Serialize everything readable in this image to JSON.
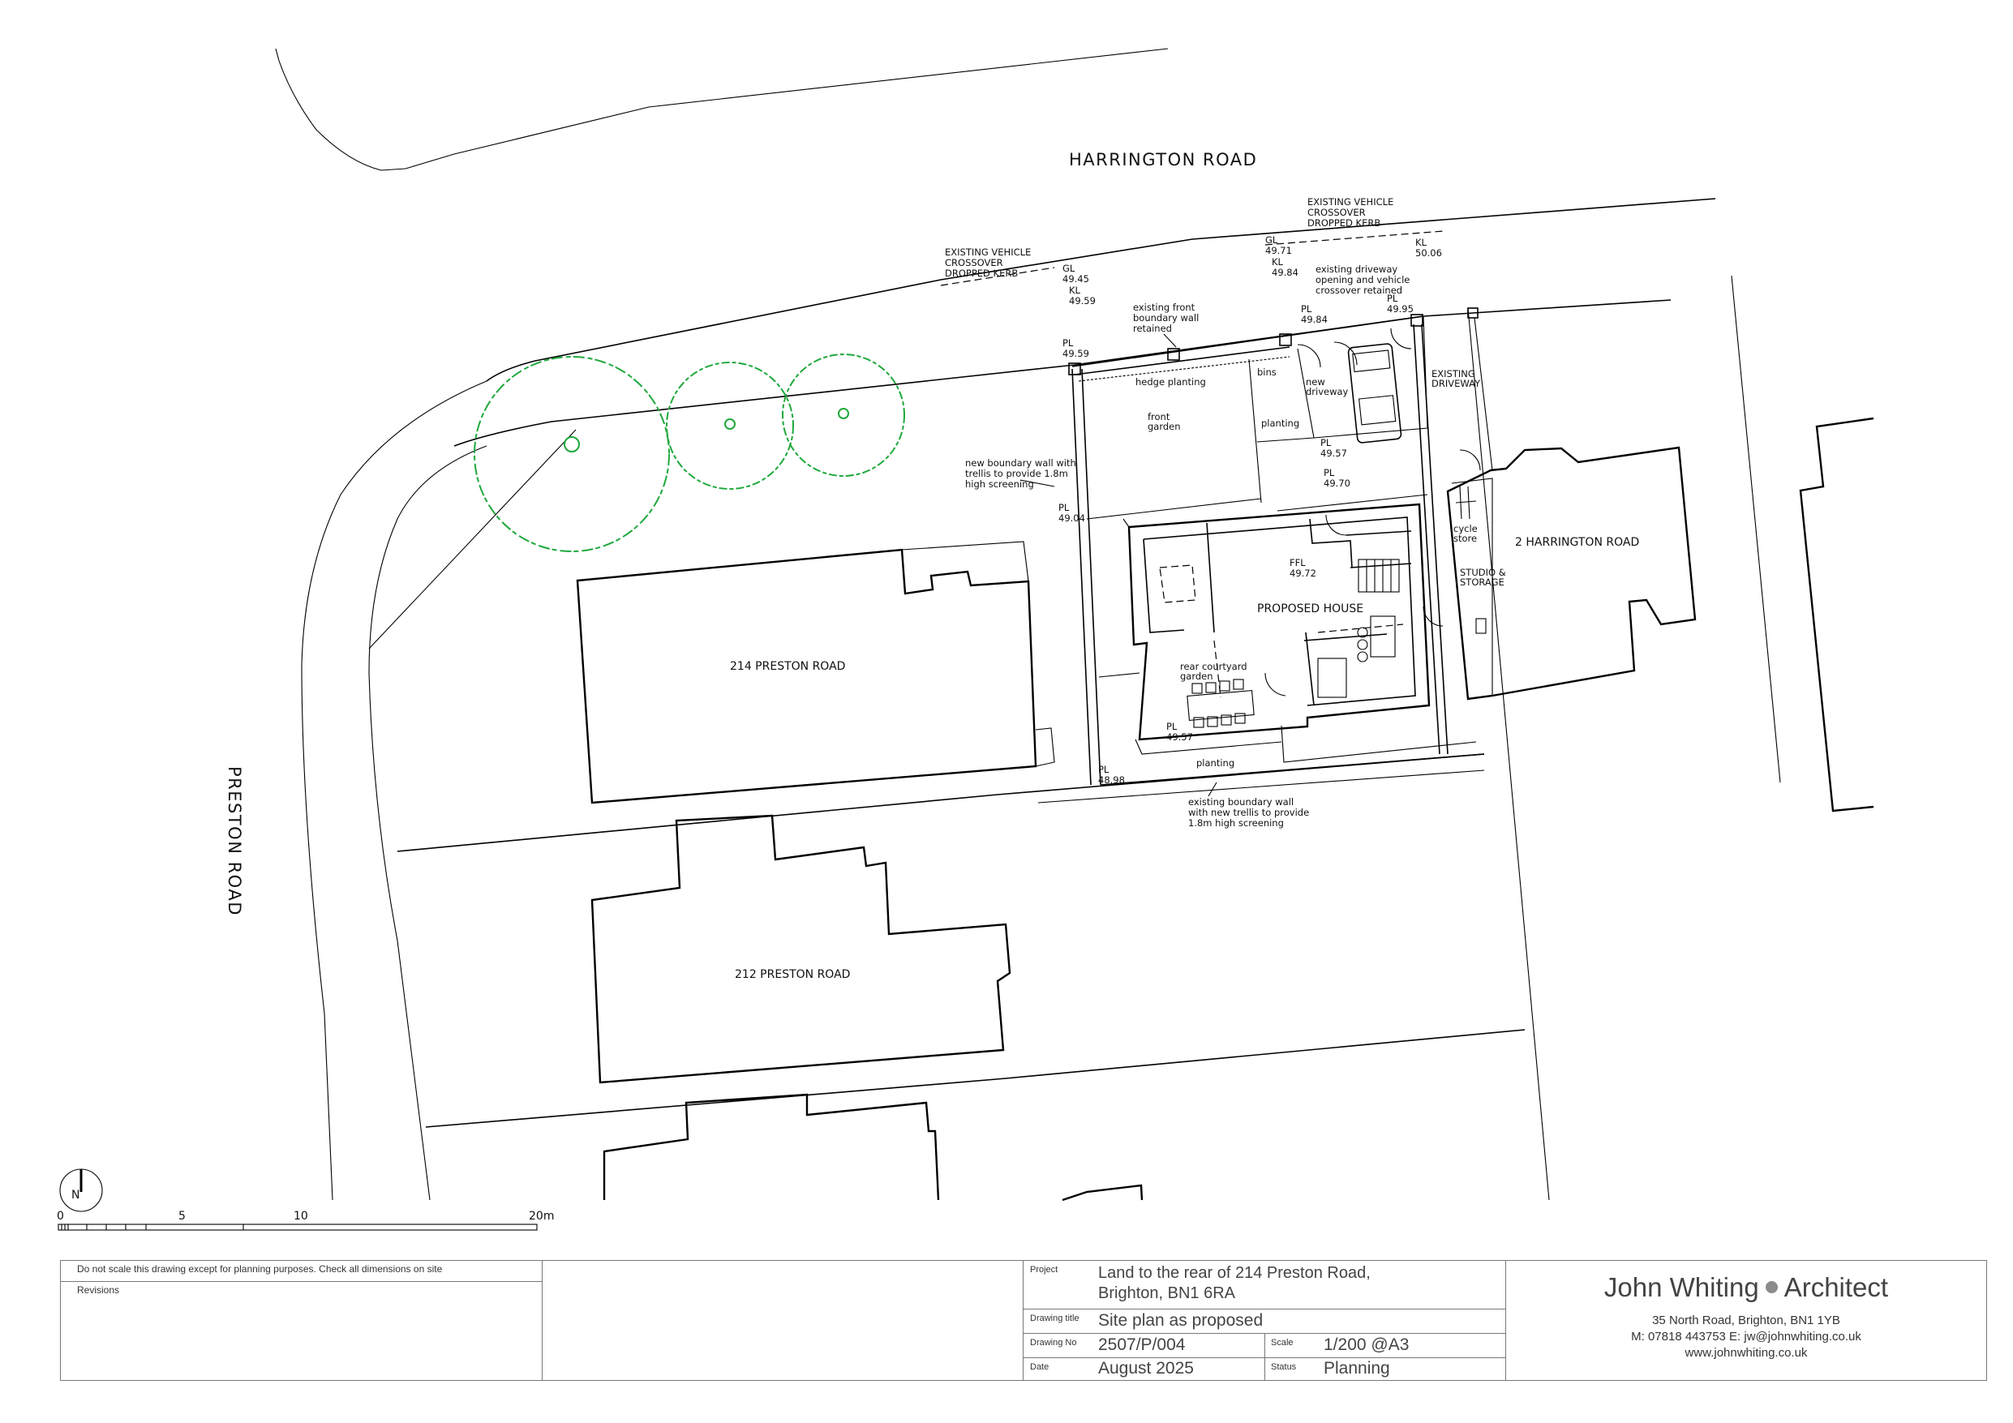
{
  "drawing": {
    "roads": {
      "harrington": "HARRINGTON ROAD",
      "preston": "PRESTON ROAD"
    },
    "buildings": {
      "b214": "214 PRESTON ROAD",
      "b212": "212 PRESTON ROAD",
      "b2h": "2 HARRINGTON ROAD",
      "proposed": "PROPOSED HOUSE"
    },
    "annotations": {
      "crossover_left": [
        "EXISTING VEHICLE",
        "CROSSOVER",
        "DROPPED KERB"
      ],
      "crossover_right": [
        "EXISTING VEHICLE",
        "CROSSOVER",
        "DROPPED KERB"
      ],
      "driveway_opening": [
        "existing driveway",
        "opening and vehicle",
        "crossover retained"
      ],
      "front_wall": [
        "existing front",
        "boundary wall",
        "retained"
      ],
      "new_boundary": [
        "new boundary wall with",
        "trellis to provide 1.8m",
        "high screening"
      ],
      "existing_boundary": [
        "existing boundary wall",
        "with new trellis to provide",
        "1.8m high screening"
      ],
      "existing_driveway": [
        "EXISTING",
        "DRIVEWAY"
      ],
      "hedge": "hedge planting",
      "front_garden": [
        "front",
        "garden"
      ],
      "bins": "bins",
      "planting_front": "planting",
      "new_driveway": [
        "new",
        "driveway"
      ],
      "rear_courtyard": [
        "rear courtyard",
        "garden"
      ],
      "planting_rear": "planting",
      "cycle_store": [
        "cycle",
        "store"
      ],
      "studio": [
        "STUDIO &",
        "STORAGE"
      ]
    },
    "levels": [
      {
        "label": "GL",
        "value": "49.45"
      },
      {
        "label": "KL",
        "value": "49.59"
      },
      {
        "label": "GL",
        "value": "49.71"
      },
      {
        "label": "KL",
        "value": "49.84"
      },
      {
        "label": "KL",
        "value": "50.06"
      },
      {
        "label": "PL",
        "value": "49.59"
      },
      {
        "label": "PL",
        "value": "49.84"
      },
      {
        "label": "PL",
        "value": "49.95"
      },
      {
        "label": "PL",
        "value": "49.57"
      },
      {
        "label": "PL",
        "value": "49.70"
      },
      {
        "label": "PL",
        "value": "49.04"
      },
      {
        "label": "FFL",
        "value": "49.72"
      },
      {
        "label": "PL",
        "value": "49.57"
      },
      {
        "label": "PL",
        "value": "48.98"
      }
    ],
    "north_label": "N",
    "scale_bar": {
      "ticks": [
        "0",
        "5",
        "10",
        "20m"
      ]
    },
    "colors": {
      "trees": "#1ea83c",
      "lines": "#000000"
    }
  },
  "title_block": {
    "note": "Do not scale this drawing except for planning purposes. Check all dimensions on site",
    "revisions_label": "Revisions",
    "project_label": "Project",
    "project_line1": "Land to the rear of 214 Preston Road,",
    "project_line2": "Brighton, BN1 6RA",
    "drawing_title_label": "Drawing title",
    "drawing_title": "Site plan as proposed",
    "drawing_no_label": "Drawing No",
    "drawing_no": "2507/P/004",
    "scale_label": "Scale",
    "scale": "1/200 @A3",
    "date_label": "Date",
    "date": "August 2025",
    "status_label": "Status",
    "status": "Planning",
    "firm_name_first": "John Whiting",
    "firm_name_second": "Architect",
    "firm_address": "35 North Road, Brighton, BN1 1YB",
    "firm_contact": "M: 07818 443753  E: jw@johnwhiting.co.uk",
    "firm_web": "www.johnwhiting.co.uk"
  }
}
